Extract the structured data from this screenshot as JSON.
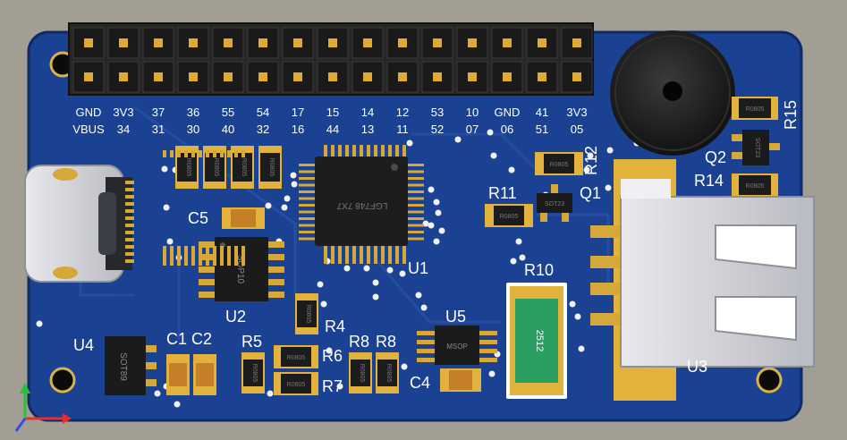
{
  "board": {
    "colors": {
      "background": "#a39e94",
      "pcb": "#1a3f8f",
      "pcb_edge": "#122e6e",
      "silk": "#ffffff",
      "pad": "#e2b23c",
      "header": "#2a2a2a"
    },
    "header_top_labels": [
      "GND",
      "3V3",
      "37",
      "36",
      "55",
      "54",
      "17",
      "15",
      "14",
      "12",
      "53",
      "10",
      "GND",
      "41",
      "3V3"
    ],
    "header_bottom_labels": [
      "VBUS",
      "34",
      "31",
      "30",
      "40",
      "32",
      "16",
      "44",
      "13",
      "11",
      "52",
      "07",
      "06",
      "51",
      "05"
    ],
    "designators": {
      "c5": "C5",
      "u2": "U2",
      "u1": "U1",
      "u4": "U4",
      "c1": "C1",
      "c2": "C2",
      "r5": "R5",
      "r4": "R4",
      "r6": "R6",
      "r7": "R7",
      "r8a": "R8",
      "r8b": "R8",
      "u5": "U5",
      "c4": "C4",
      "r10": "R10",
      "r11": "R11",
      "q1": "Q1",
      "r12": "R12",
      "q2": "Q2",
      "r14": "R14",
      "r15": "R15",
      "u3": "U3"
    },
    "chip_marks": {
      "u1": "LGF748 7X7",
      "u2": "SOP10",
      "u4": "SOT89",
      "u5": "MSOP",
      "r10": "2512",
      "r11": "R0805",
      "r12": "R0805",
      "r14": "R0805",
      "r15": "R0805",
      "q1": "SOT23",
      "q2": "SOT23",
      "r4": "R0805",
      "r5": "R0805",
      "r6": "R0805",
      "r7": "R0805",
      "r8a": "R0805",
      "r8b": "R0805",
      "r_top1": "R0805",
      "r_top2": "R0805",
      "r_top3": "R0805",
      "r_top4": "R0805"
    }
  }
}
